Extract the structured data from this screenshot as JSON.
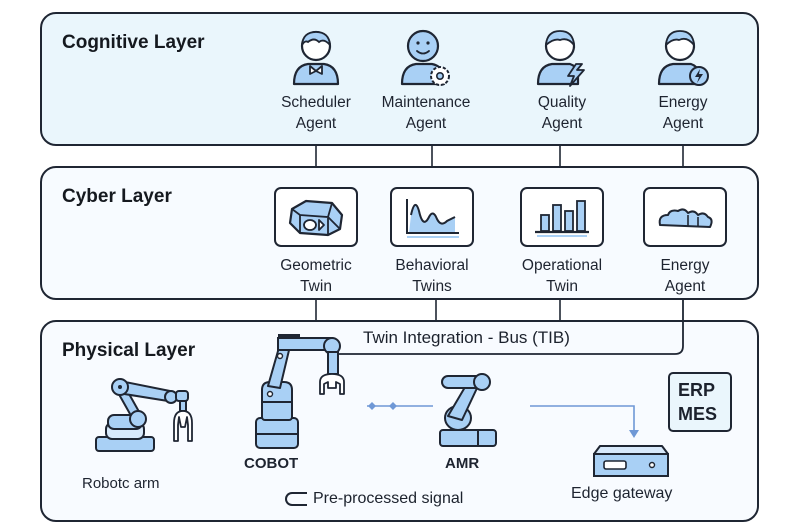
{
  "layers": {
    "cognitive": {
      "title": "Cognitive Layer",
      "agents": [
        {
          "line1": "Scheduler",
          "line2": "Agent",
          "icon": "person-bowtie-icon"
        },
        {
          "line1": "Maintenance",
          "line2": "Agent",
          "icon": "person-gear-icon"
        },
        {
          "line1": "Quality",
          "line2": "Agent",
          "icon": "person-bolt-icon"
        },
        {
          "line1": "Energy",
          "line2": "Agent",
          "icon": "person-energy-icon"
        }
      ]
    },
    "cyber": {
      "title": "Cyber Layer",
      "twins": [
        {
          "line1": "Geometric",
          "line2": "Twin",
          "icon": "3d-model-icon"
        },
        {
          "line1": "Behavioral",
          "line2": "Twins",
          "icon": "waveform-chart-icon"
        },
        {
          "line1": "Operational",
          "line2": "Twin",
          "icon": "bar-chart-icon"
        },
        {
          "line1": "Energy",
          "line2": "Agent",
          "icon": "cloud-shape-icon"
        }
      ]
    },
    "physical": {
      "title": "Physical Layer",
      "bus_label": "Twin Integration - Bus (TIB)",
      "devices": {
        "robotic_arm": "Robotc arm",
        "cobot": "COBOT",
        "amr": "AMR",
        "edge_gateway": "Edge gateway"
      },
      "erp": {
        "line1": "ERP",
        "line2": "MES"
      },
      "signal_legend": "Pre-processed signal"
    }
  },
  "colors": {
    "accent_fill": "#a9d0f5",
    "accent_light": "#d7e9fb",
    "line_blue": "#6f98d6",
    "outline": "#1f2633",
    "cognitive_bg": "#eaf6fc"
  }
}
